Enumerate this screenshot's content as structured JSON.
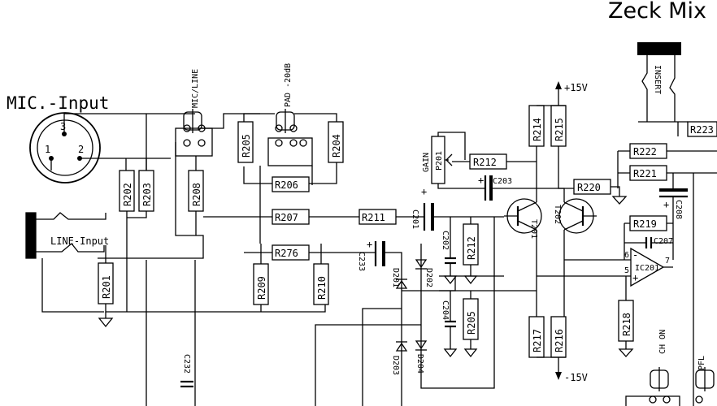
{
  "title": "Zeck Mix",
  "labels": {
    "mic_input": "MIC.-Input",
    "line_input": "LINE-Input",
    "mic_line_switch": "MIC/LINE",
    "pad_switch": "PAD -20dB",
    "gain_pot": "GAIN",
    "insert": "INSERT",
    "ch_on": "CH ON",
    "pfl": "PFL",
    "plus_supply": "+15V",
    "minus_supply": "-15V",
    "pin1": "1",
    "pin2": "2",
    "pin3": "3",
    "plus": "+",
    "minus": "-",
    "pin6": "6",
    "pin5": "5",
    "pin7": "7"
  },
  "resistors": {
    "R201": "R201",
    "R202": "R202",
    "R203": "R203",
    "R204": "R204",
    "R205a": "R205",
    "R205b": "R205",
    "R206": "R206",
    "R207": "R207",
    "R208": "R208",
    "R209": "R209",
    "R210": "R210",
    "R211": "R211",
    "R212a": "R212",
    "R212b": "R212",
    "R214": "R214",
    "R215": "R215",
    "R216": "R216",
    "R217": "R217",
    "R218": "R218",
    "R219": "R219",
    "R220": "R220",
    "R221": "R221",
    "R222": "R222",
    "R223": "R223",
    "R276": "R276"
  },
  "capacitors": {
    "C201": "C201",
    "C202": "C202",
    "C203": "C203",
    "C204": "C204",
    "C207": "C207",
    "C208": "C208",
    "C232": "C232",
    "C233": "C233"
  },
  "semiconductors": {
    "T201": "T201",
    "T202": "T202",
    "IC201": "IC201",
    "P201": "P201",
    "D201": "D201",
    "D202": "D202",
    "D203": "D203",
    "D204": "D204"
  }
}
